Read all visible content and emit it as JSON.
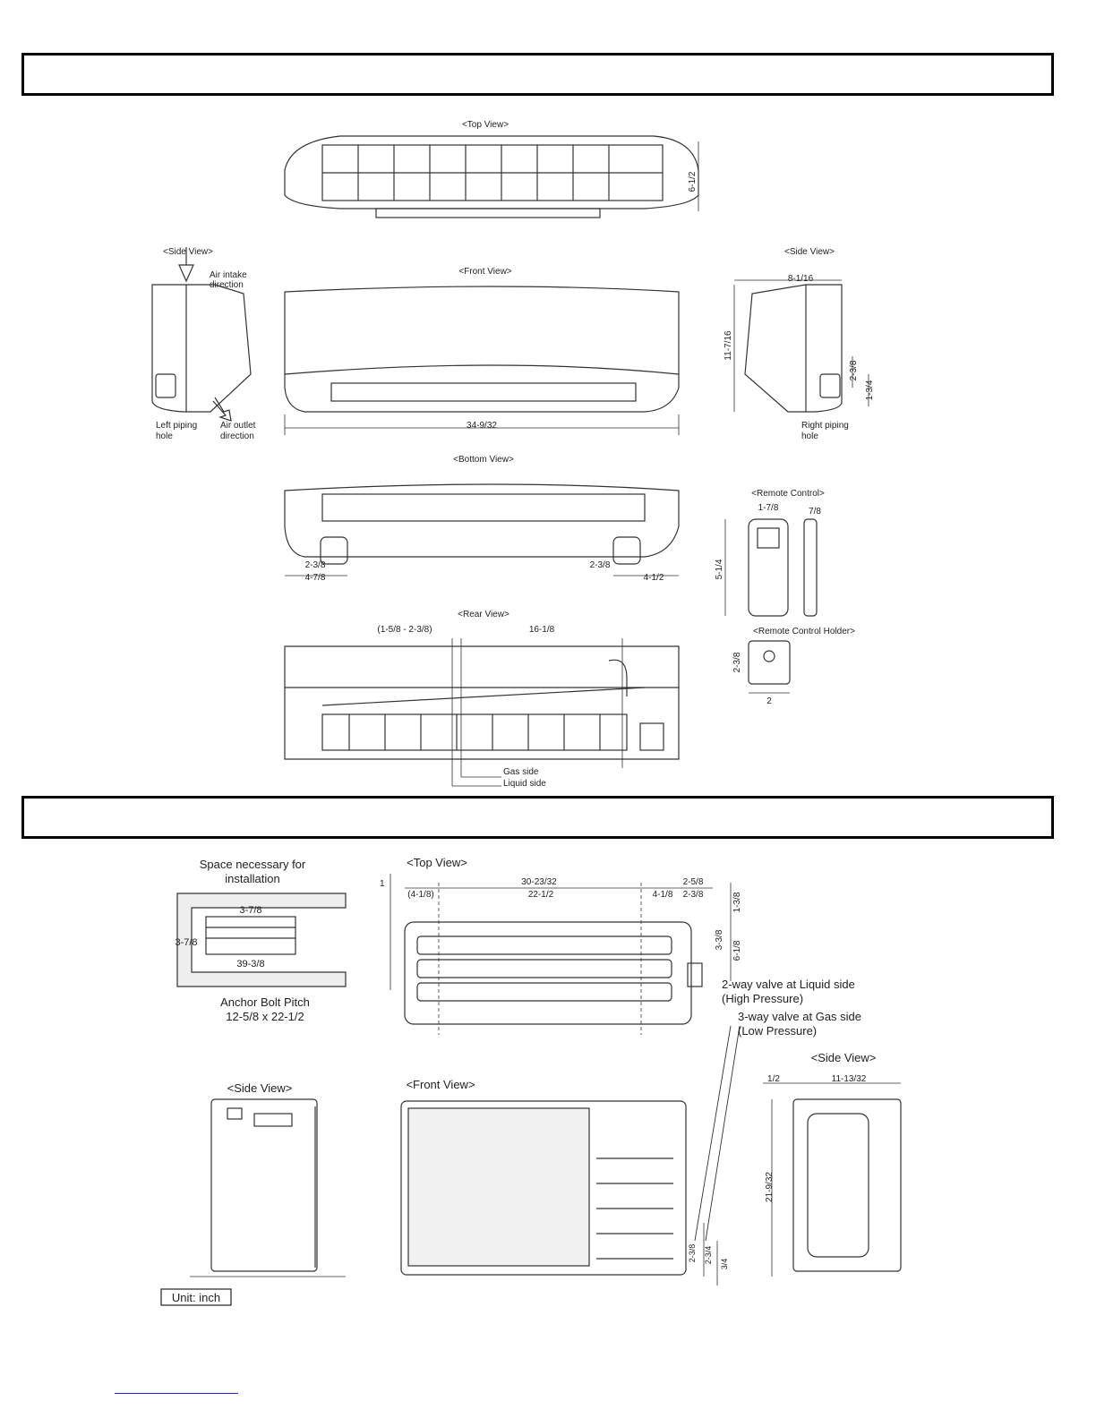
{
  "indoor": {
    "top_view": {
      "title": "<Top View>",
      "dim_depth": "6-1/2"
    },
    "side_left": {
      "title": "<Side View>",
      "air_intake": [
        "Air intake",
        "direction"
      ],
      "left_piping": [
        "Left piping",
        "hole"
      ],
      "air_outlet": [
        "Air outlet",
        "direction"
      ]
    },
    "front_view": {
      "title": "<Front View>",
      "dim_width": "34-9/32"
    },
    "side_right": {
      "title": "<Side View>",
      "dim_depth": "8-1/16",
      "dim_height": "11-7/16",
      "dim_a": "2-3/8",
      "dim_b": "1-3/4",
      "right_piping": [
        "Right piping",
        "hole"
      ]
    },
    "bottom_view": {
      "title": "<Bottom View>",
      "dim_l1": "2-3/8",
      "dim_l2": "4-7/8",
      "dim_r1": "2-3/8",
      "dim_r2": "4-1/2"
    },
    "remote": {
      "title": "<Remote Control>",
      "dim_w": "1-7/8",
      "dim_d": "7/8",
      "dim_h": "5-1/4"
    },
    "holder": {
      "title": "<Remote Control Holder>",
      "dim_h": "2-3/8",
      "dim_w": "2"
    },
    "rear_view": {
      "title": "<Rear View>",
      "dim_a": "(1-5/8 - 2-3/8)",
      "dim_b": "16-1/8",
      "gas": "Gas side",
      "liquid": "Liquid side"
    }
  },
  "outdoor": {
    "space": {
      "title": [
        "Space necessary for",
        "installation"
      ],
      "top": "3-7/8",
      "left": "3-7/8",
      "bottom": "39-3/8",
      "anchor": [
        "Anchor Bolt Pitch",
        "12-5/8 x 22-1/2"
      ]
    },
    "top_view": {
      "title": "<Top View>",
      "d1": "1",
      "d2": "30-23/32",
      "d3": "2-5/8",
      "d4": "(4-1/8)",
      "d5": "22-1/2",
      "d6": "4-1/8",
      "d7": "2-3/8",
      "d8": "1-3/8",
      "d9": "3-3/8",
      "d10": "6-1/8",
      "valve_liquid": [
        "2-way valve at Liquid side",
        "(High Pressure)"
      ],
      "valve_gas": [
        "3-way valve at Gas side",
        "(Low Pressure)"
      ]
    },
    "side_left": {
      "title": "<Side View>"
    },
    "front_view": {
      "title": "<Front View>",
      "v1": "2-3/8",
      "v2": "2-3/4",
      "v3": "3/4"
    },
    "side_right": {
      "title": "<Side View>",
      "dim_a": "1/2",
      "dim_b": "11-13/32",
      "dim_h": "21-9/32"
    },
    "unit": "Unit: inch"
  }
}
